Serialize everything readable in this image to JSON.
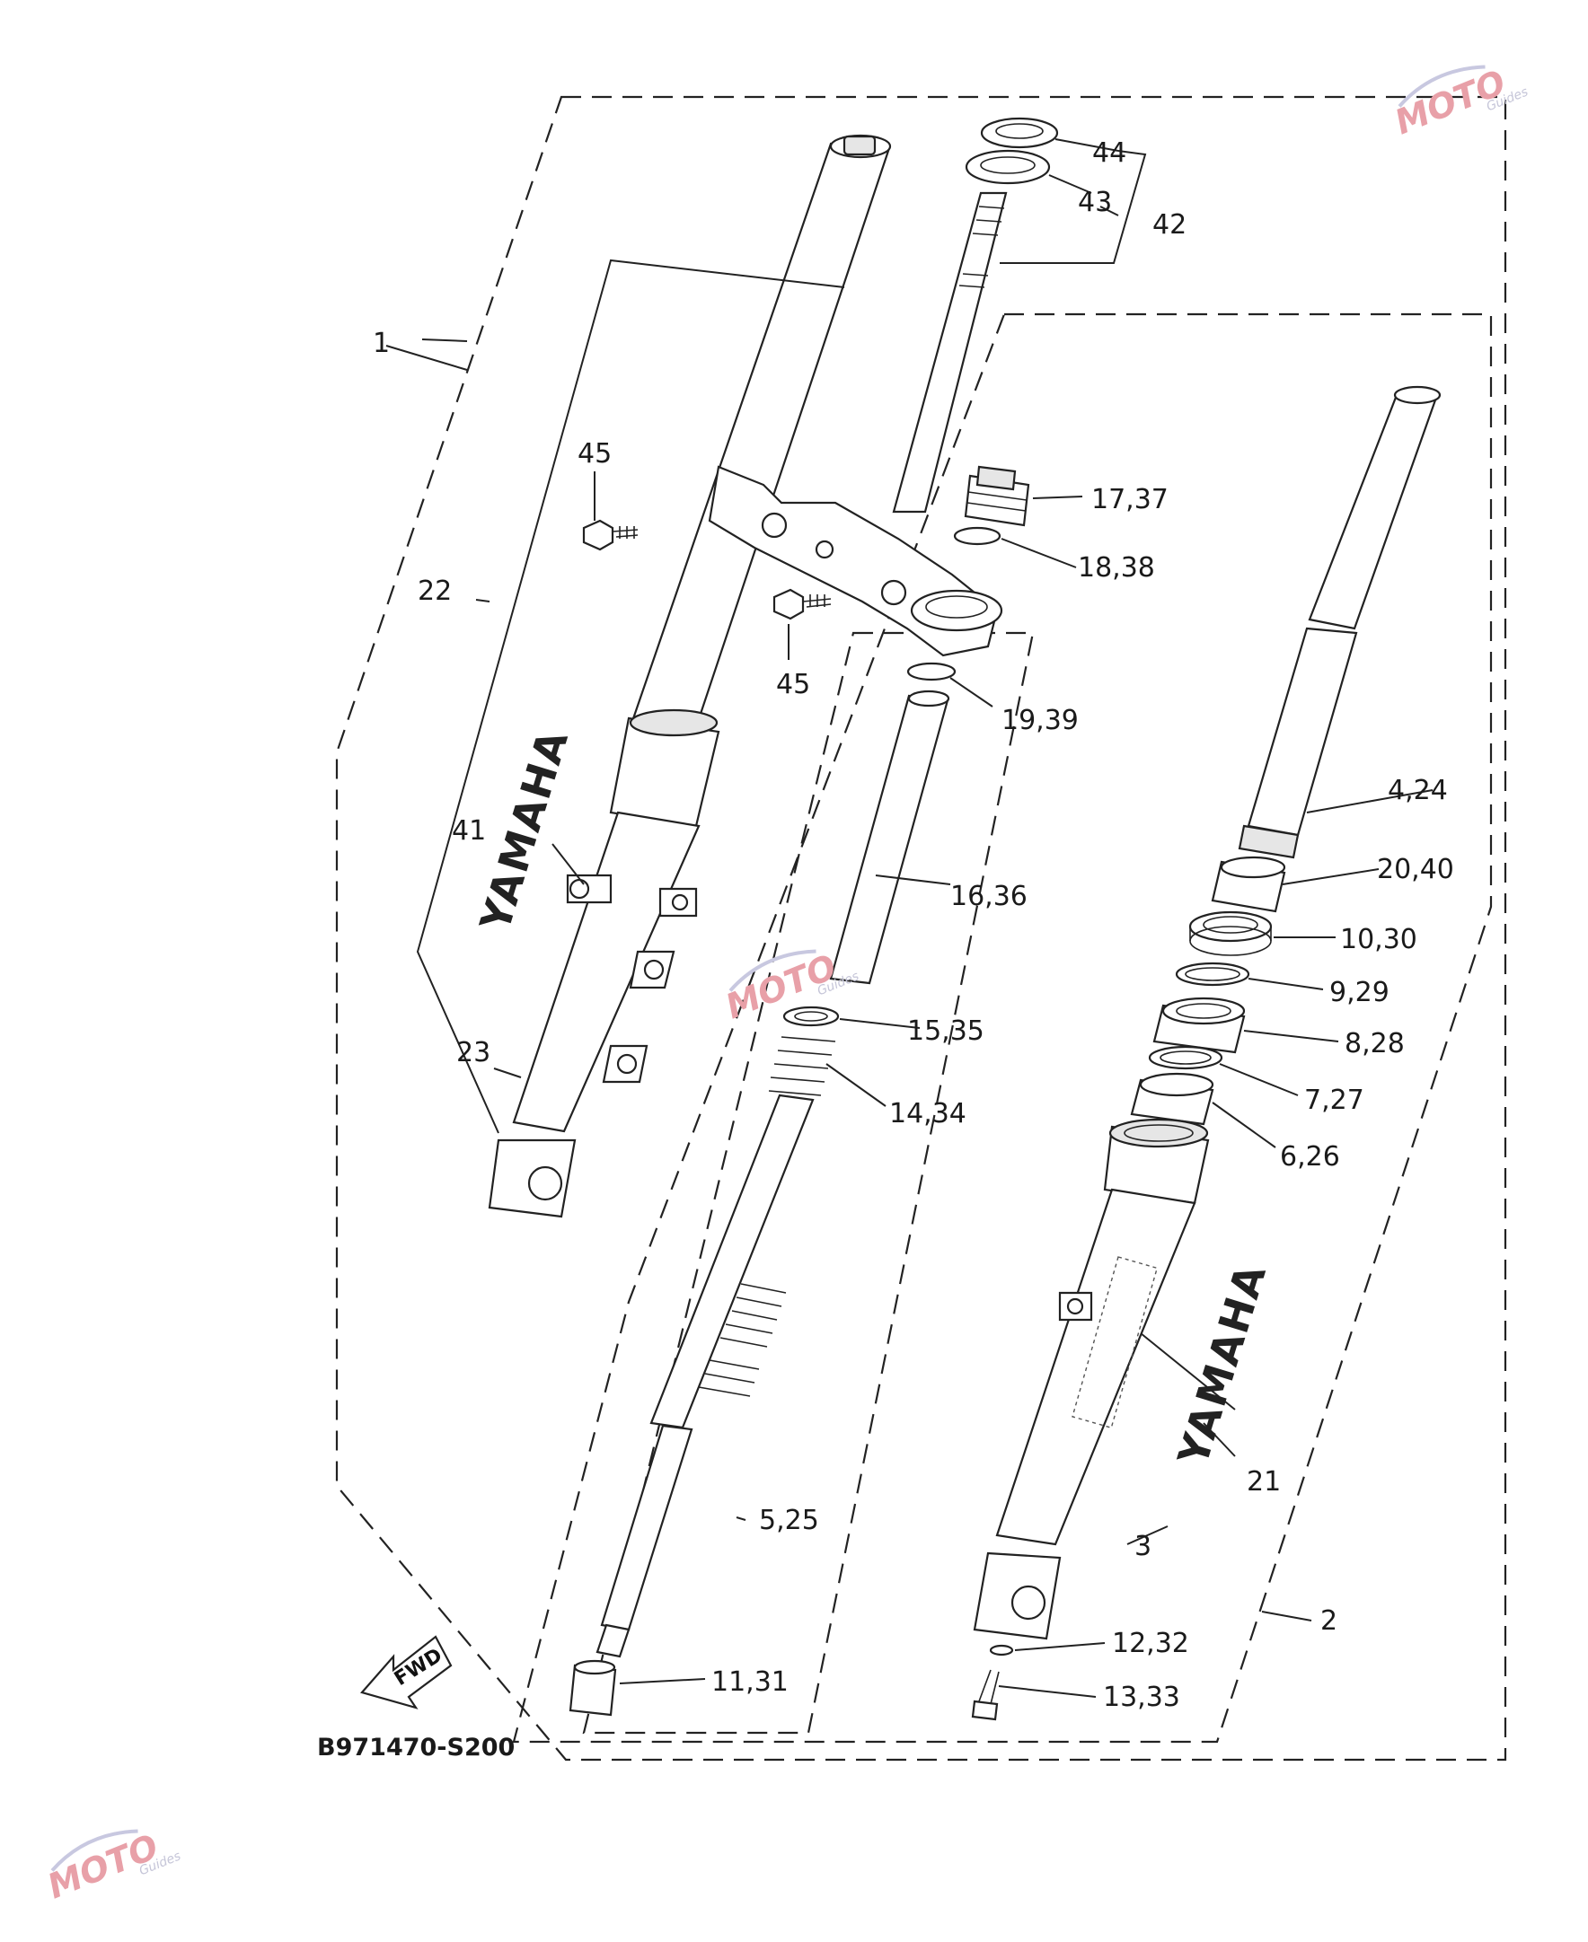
{
  "diagram": {
    "drawing_code": "B971470-S200",
    "direction_badge": "FWD",
    "brand_left": "YAMAHA",
    "brand_right": "YAMAHA",
    "watermark": {
      "text": "MOTO",
      "sub": "Guides"
    },
    "callouts": {
      "c1": "1",
      "c2": "2",
      "c3": "3",
      "c4_24": "4,24",
      "c5_25": "5,25",
      "c6_26": "6,26",
      "c7_27": "7,27",
      "c8_28": "8,28",
      "c9_29": "9,29",
      "c10_30": "10,30",
      "c11_31": "11,31",
      "c12_32": "12,32",
      "c13_33": "13,33",
      "c14_34": "14,34",
      "c15_35": "15,35",
      "c16_36": "16,36",
      "c17_37": "17,37",
      "c18_38": "18,38",
      "c19_39": "19,39",
      "c20_40": "20,40",
      "c21": "21",
      "c22": "22",
      "c23": "23",
      "c41": "41",
      "c42": "42",
      "c43": "43",
      "c44": "44",
      "c45a": "45",
      "c45b": "45"
    }
  }
}
